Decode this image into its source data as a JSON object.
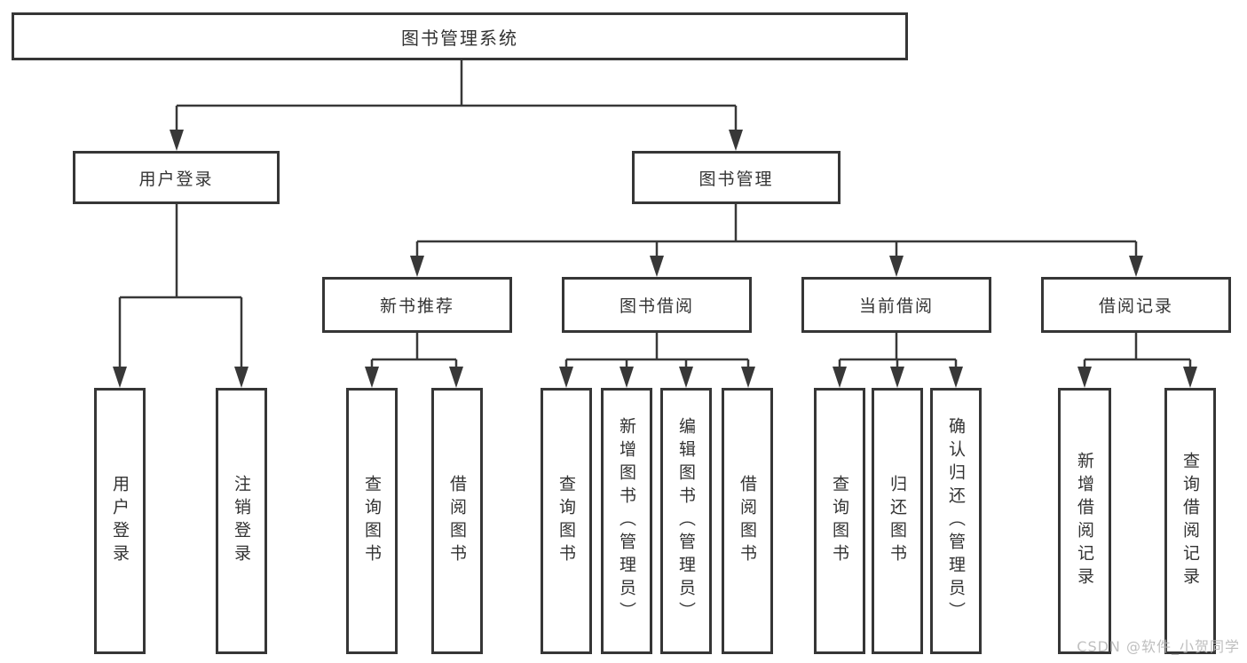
{
  "diagram": {
    "title_note": "functional structure chart",
    "root": {
      "label": "图书管理系统"
    },
    "level2": [
      {
        "label": "用户登录"
      },
      {
        "label": "图书管理"
      }
    ],
    "level3": [
      {
        "label": "新书推荐"
      },
      {
        "label": "图书借阅"
      },
      {
        "label": "当前借阅"
      },
      {
        "label": "借阅记录"
      }
    ],
    "leaves": {
      "user_login": [
        {
          "label": "用户登录"
        },
        {
          "label": "注销登录"
        }
      ],
      "new_book": [
        {
          "label": "查询图书"
        },
        {
          "label": "借阅图书"
        }
      ],
      "book_borrow": [
        {
          "label": "查询图书"
        },
        {
          "label": "新增图书（管理员）"
        },
        {
          "label": "编辑图书（管理员）"
        },
        {
          "label": "借阅图书"
        }
      ],
      "current_borrow": [
        {
          "label": "查询图书"
        },
        {
          "label": "归还图书"
        },
        {
          "label": "确认归还（管理员）"
        }
      ],
      "borrow_record": [
        {
          "label": "新增借阅记录"
        },
        {
          "label": "查询借阅记录"
        }
      ]
    },
    "colors": {
      "line": "#383838",
      "border": "#363636",
      "text": "#333333",
      "background": "#ffffff"
    }
  },
  "watermark": {
    "text": "CSDN @软件_小贺同学",
    "color": "#b8b8b8"
  }
}
